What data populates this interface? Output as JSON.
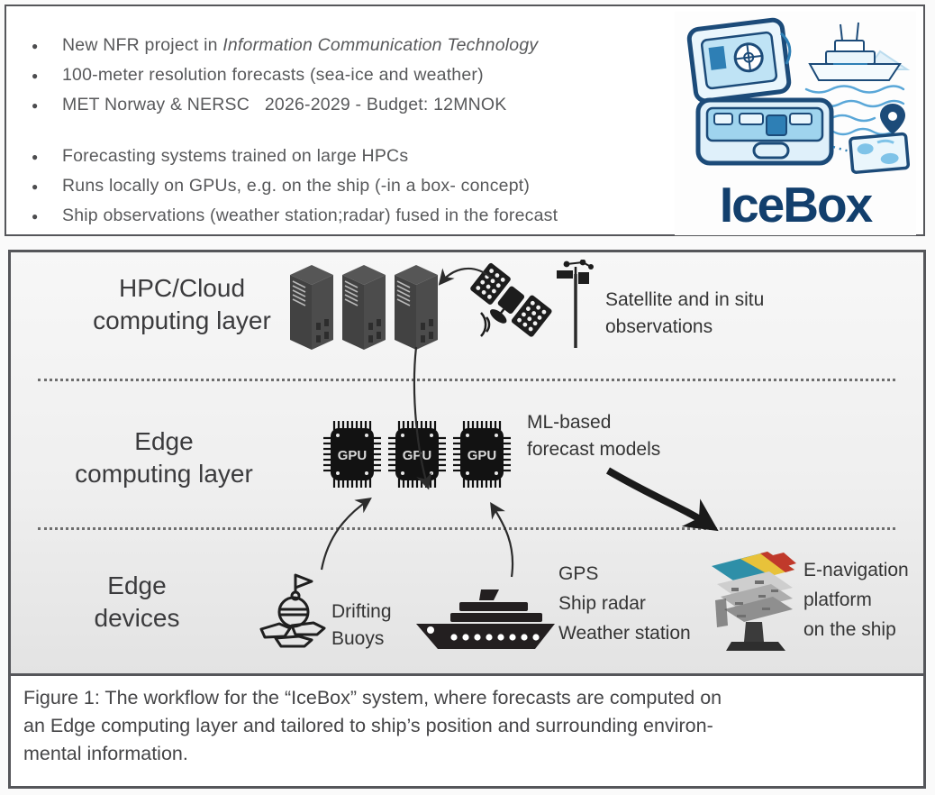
{
  "top_box": {
    "bullets": [
      {
        "pre": "New NFR project in ",
        "em": "Information Communication Technology"
      },
      {
        "pre": "100-meter resolution forecasts (sea-ice and weather)",
        "em": ""
      },
      {
        "pre": "MET Norway & NERSC   2026-2029 - Budget: 12MNOK",
        "em": ""
      },
      {
        "pre": "Forecasting systems trained on large HPCs",
        "em": ""
      },
      {
        "pre": "Runs locally on GPUs, e.g. on the ship (-in a box- concept)",
        "em": ""
      },
      {
        "pre": "Ship observations (weather station;radar) fused in the forecast",
        "em": ""
      }
    ],
    "logo": {
      "wordmark": "IceBox",
      "brand_color": "#123f6d"
    }
  },
  "figure": {
    "layer_labels": {
      "hpc": "HPC/Cloud\ncomputing layer",
      "edge_computing": "Edge\ncomputing layer",
      "edge_devices": "Edge\ndevices"
    },
    "annotations": {
      "satellite": "Satellite and in situ\nobservations",
      "ml": "ML-based\nforecast models",
      "buoys": "Drifting\nBuoys",
      "ship_sensors": "GPS\nShip radar\nWeather station",
      "enav": "E-navigation\nplatform\non the ship"
    },
    "gpu_label": "GPU",
    "caption": "Figure 1: The workflow for the “IceBox” system, where forecasts are computed on\nan Edge computing layer and tailored to ship’s position and surrounding environ-\nmental information."
  },
  "colors": {
    "border_gray": "#55565a",
    "text_gray": "#58595b",
    "icon_black": "#1f1f1f",
    "brand_blue": "#123f6d"
  }
}
